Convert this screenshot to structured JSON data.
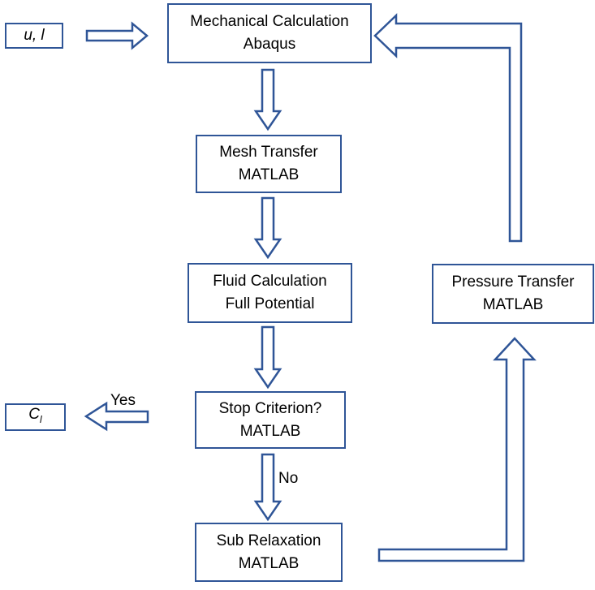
{
  "diagram": {
    "nodes": {
      "input": {
        "line1": "u, l"
      },
      "mechanical": {
        "line1": "Mechanical Calculation",
        "line2": "Abaqus"
      },
      "mesh": {
        "line1": "Mesh Transfer",
        "line2": "MATLAB"
      },
      "fluid": {
        "line1": "Fluid Calculation",
        "line2": "Full Potential"
      },
      "stop": {
        "line1": "Stop Criterion?",
        "line2": "MATLAB"
      },
      "sub": {
        "line1": "Sub Relaxation",
        "line2": "MATLAB"
      },
      "pressure": {
        "line1": "Pressure Transfer",
        "line2": "MATLAB"
      },
      "output": {
        "main": "C",
        "subscript": "l"
      }
    },
    "edge_labels": {
      "yes": "Yes",
      "no": "No"
    },
    "colors": {
      "stroke": "#2f5597",
      "fill": "#ffffff",
      "text": "#000000"
    }
  }
}
